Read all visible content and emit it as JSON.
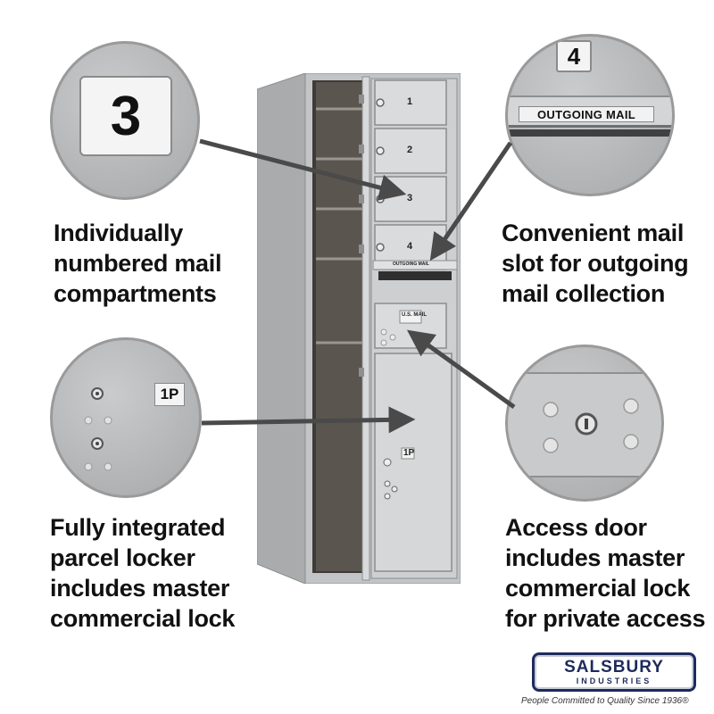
{
  "callouts": {
    "compartments": {
      "number": "3",
      "lines": [
        "Individually",
        "numbered mail",
        "compartments"
      ]
    },
    "outgoing_slot": {
      "number": "4",
      "slot_label": "OUTGOING MAIL",
      "lines": [
        "Convenient mail",
        "slot for outgoing",
        "mail collection"
      ]
    },
    "parcel_locker": {
      "number": "1P",
      "lines": [
        "Fully integrated",
        "parcel locker",
        "includes master",
        "commercial lock"
      ]
    },
    "access_door": {
      "lines": [
        "Access door",
        "includes master",
        "commercial lock",
        "for private access"
      ]
    }
  },
  "mailbox": {
    "doors": [
      "1",
      "2",
      "3",
      "4"
    ],
    "slot_label": "OUTGOING MAIL",
    "access_label": "U.S. MAIL",
    "parcel_label": "1P"
  },
  "brand": {
    "name": "SALSBURY",
    "sub": "INDUSTRIES",
    "tagline": "People Committed to Quality Since 1936®"
  },
  "colors": {
    "metal": "#b8babc",
    "arrow": "#4a4a4a",
    "brand": "#1d2a5c"
  }
}
